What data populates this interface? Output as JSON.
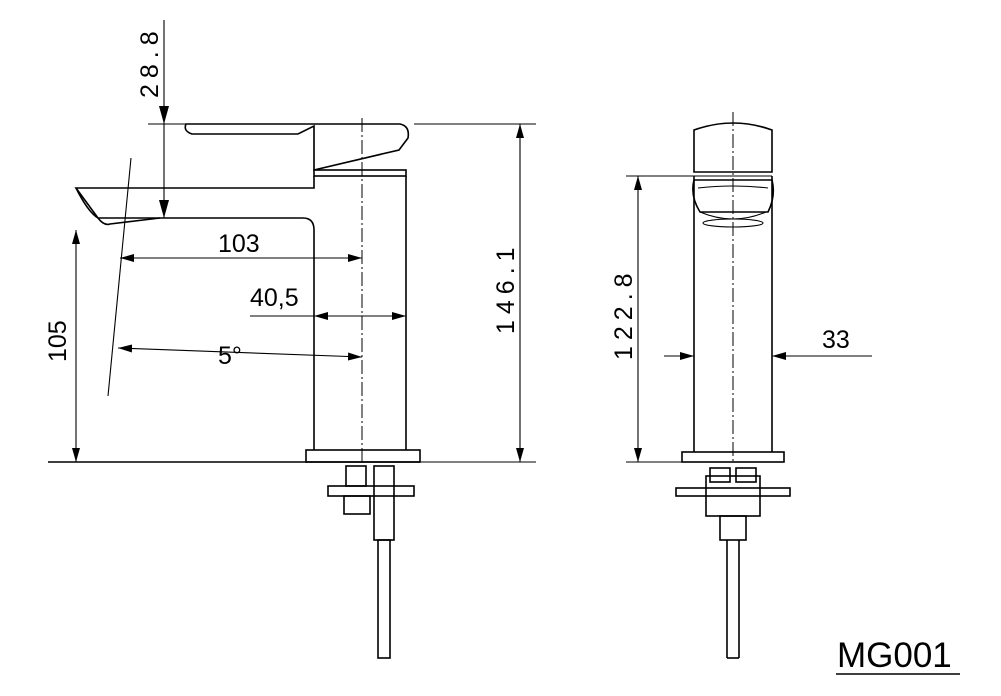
{
  "drawing": {
    "model": "MG001",
    "dimensions": {
      "aerator_drop": "28.8",
      "spout_reach": "103",
      "body_offset": "40,5",
      "spout_angle": "5°",
      "spout_height": "105",
      "overall_height": "146.1",
      "body_height": "122.8",
      "body_diameter": "33"
    }
  }
}
